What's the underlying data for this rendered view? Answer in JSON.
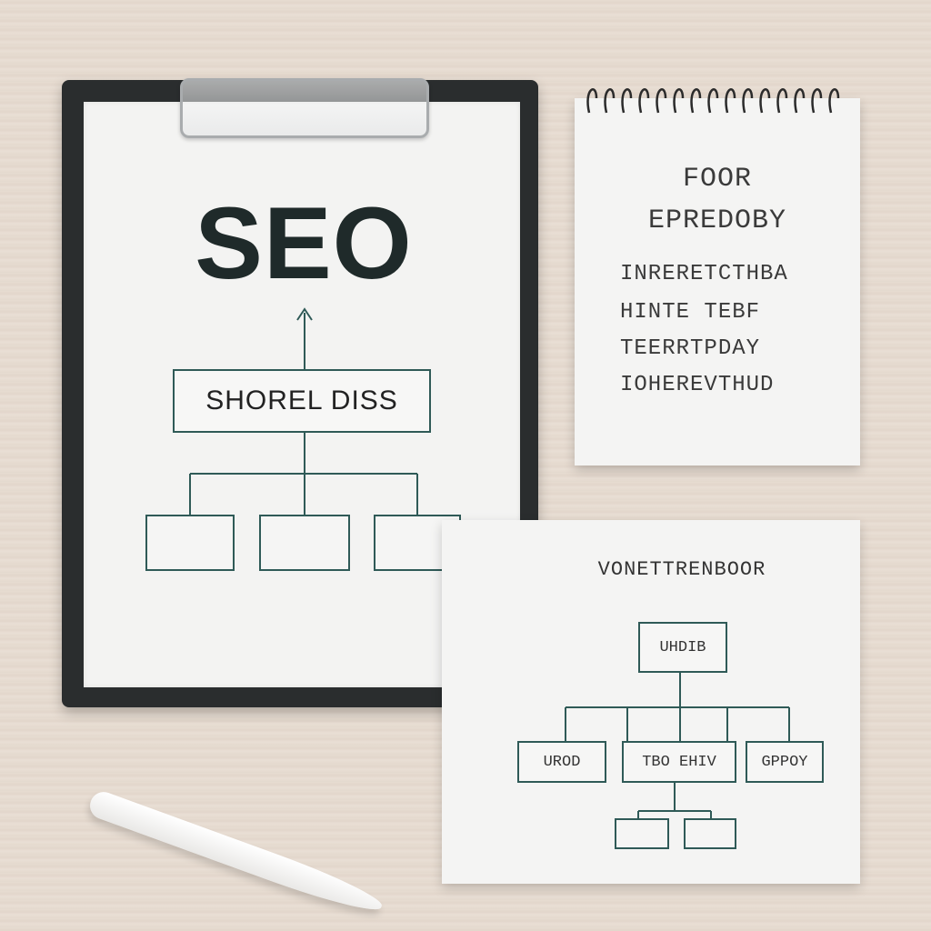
{
  "clipboard": {
    "title": "SEO",
    "main_box_label": "SHOREL DISS"
  },
  "notepad": {
    "title_line1": "FOOR",
    "title_line2": "EPREDOBY",
    "items": [
      "INRERETCTHBA",
      "HINTE TEBF",
      "TEERRTPDAY",
      "IOHEREVTHUD"
    ]
  },
  "card": {
    "title": "VONETTRENBOOR",
    "top_box_label": "UHDIB",
    "left_box_label": "UROD",
    "middle_box_label": "TBO EHIV",
    "right_box_label": "GPPOY"
  },
  "colors": {
    "ink_teal": "#2f5a57",
    "desk": "#e5dacf",
    "clipboard": "#2a2d2e"
  }
}
